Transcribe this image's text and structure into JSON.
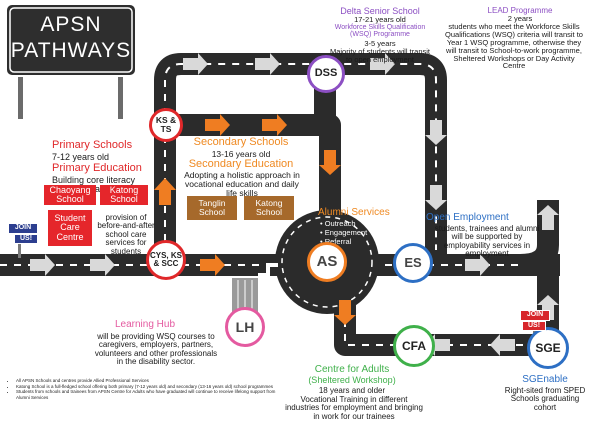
{
  "title": {
    "line1": "APSN",
    "line2": "PATHWAYS"
  },
  "primary": {
    "heading": "Primary Schools",
    "age": "7-12 years old",
    "subheading": "Primary Education",
    "desc": "Building core literacy and numeracy skills",
    "schools": [
      "Chaoyang School",
      "Katong School",
      "Student Care Centre"
    ],
    "care_desc": "provision of before-and-after school care services for students"
  },
  "secondary": {
    "heading": "Secondary Schools",
    "age": "13-16 years old",
    "subheading": "Secondary Education",
    "desc": "Adopting a holistic approach in vocational education and daily life skills",
    "schools": [
      "Tanglin School",
      "Katong School"
    ]
  },
  "delta": {
    "heading": "Delta Senior School",
    "age": "17-21 years old",
    "programme": "Workforce Skills Qualification (WSQ) Programme",
    "duration": "3-5 years",
    "desc": "Majority of students will transit to open employment"
  },
  "lead": {
    "heading": "LEAD Programme",
    "years": "2 years",
    "desc": "students who meet the Workforce Skills Qualifications (WSQ) criteria will transit to Year 1 WSQ programme, otherwise they will transit to School-to-work programme, Sheltered Workshops or Day Activity Centre"
  },
  "alumni": {
    "heading": "Alumni Services",
    "items": [
      "Outreach",
      "Engagement",
      "Referral"
    ]
  },
  "open_employment": {
    "heading": "Open Employment",
    "desc": "students, trainees and alumni will be supported by employability services in employment"
  },
  "learning_hub": {
    "heading": "Learning Hub",
    "desc": "will be providing WSQ courses to caregivers, employers, partners, volunteers and other professionals in the disability sector."
  },
  "cfa": {
    "heading": "Centre for Adults",
    "subheading": "(Sheltered Workshop)",
    "age": "18 years and older",
    "desc": "Vocational Training in different industries for employment and bringing in work for our trainees"
  },
  "sgenable": {
    "heading": "SGEnable",
    "desc": "Right-sited from SPED Schools graduating cohort"
  },
  "nodes": {
    "dss": "DSS",
    "ks_ts": "KS & TS",
    "cys": "CYS, KS & SCC",
    "as": "AS",
    "es": "ES",
    "lh": "LH",
    "cfa": "CFA",
    "sge": "SGE"
  },
  "signs": {
    "join_left": "JOIN",
    "join_left_sub": "US!",
    "join_right": "JOIN",
    "join_right_sub": "US!"
  },
  "footnotes": [
    "All APSN Schools and centres provide Allied Professional Services",
    "Katong School is a full-fledged school offering both primary (7-12 years old) and secondary (13-16 years old) school programmes",
    "Students from schools and trainees from APSN Centre for Adults who have graduated will continue to receive lifelong support from Alumni Services"
  ],
  "colors": {
    "road": "#2b2b2b",
    "dash": "#ffffff",
    "arrow_orange": "#ef7d22",
    "arrow_grey": "#d9d9d9",
    "red": "#e0282a",
    "blue": "#2d6fc4",
    "green": "#3fb04a",
    "pink": "#e45aa0",
    "purple": "#8c4fc3",
    "brown": "#a6692b"
  }
}
